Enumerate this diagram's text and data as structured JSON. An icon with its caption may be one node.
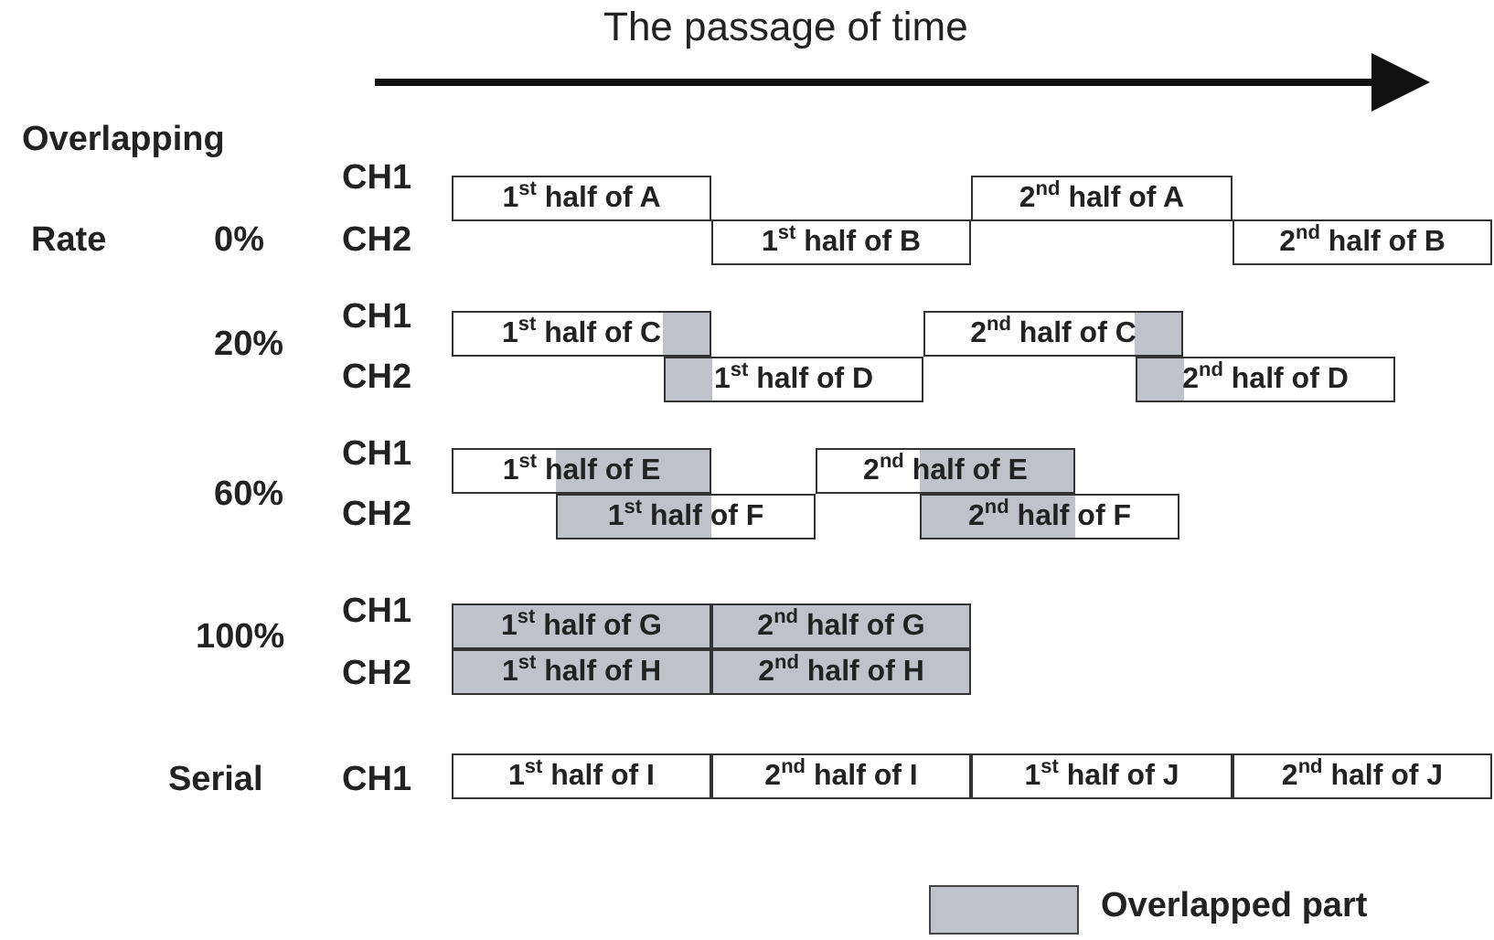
{
  "diagram": {
    "nodes": [
      {
        "text": [
          "1$^{st}$ half of A"
        ]
      },
      {
        "text": [
          "2$^{nd}$ half of A"
        ]
      },
      {
        "text": [
          "1$^{st}$ half of B"
        ]
      },
      {
        "text": [
          "2$^{nd}$ half of B"
        ]
      },
      {
        "text": [
          "1$^{st}$ half of C"
        ]
      },
      {
        "text": [
          "2$^{nd}$ half of C"
        ]
      },
      {
        "text": [
          "1$^{st}$ half of D"
        ]
      },
      {
        "text": [
          "2$^{nd}$ half of D"
        ]
      },
      {
        "text": [
          "1$^{st}$ half of E"
        ]
      },
      {
        "text": [
          "2$^{nd}$ half of E"
        ]
      },
      {
        "text": [
          "1$^{st}$ half of F"
        ]
      },
      {
        "text": [
          "2$^{nd}$ half of F"
        ]
      },
      {
        "text": [
          "1$^{st}$ half of G"
        ]
      },
      {
        "text": [
          "2$^{nd}$ half of G"
        ]
      },
      {
        "text": [
          "1$^{st}$ half of H"
        ]
      },
      {
        "text": [
          "2$^{nd}$ half of H"
        ]
      },
      {
        "text": [
          "1$^{st}$ half of I"
        ]
      },
      {
        "text": [
          "2$^{nd}$ half of I"
        ]
      },
      {
        "text": [
          "1$^{st}$ half of J"
        ]
      },
      {
        "text": [
          "2$^{nd}$ half of J"
        ]
      }
    ],
    "labels": [
      "The passage of time",
      "Overlapping",
      "CH1",
      "Rate",
      "0%",
      "CH2",
      "CH1",
      "20%",
      "CH2",
      "CH1",
      "60%",
      "CH2",
      "CH1",
      "100%",
      "CH2",
      "Serial",
      "CH1"
    ],
    "legend": [
      {
        "text": "Overlapped part",
        "color": "#bfc3c9"
      }
    ]
  }
}
